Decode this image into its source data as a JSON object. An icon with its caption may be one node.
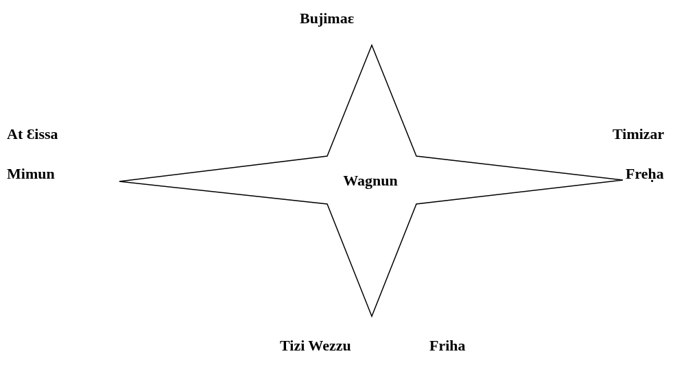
{
  "diagram": {
    "nodes": [
      {
        "text": [
          "Wagnun"
        ]
      }
    ],
    "labels": [
      "Bujimaɛ",
      "At Ɛissa",
      "Timizar",
      "Mimun",
      "Freḥa",
      "Tizi Wezzu",
      "Friha"
    ]
  }
}
